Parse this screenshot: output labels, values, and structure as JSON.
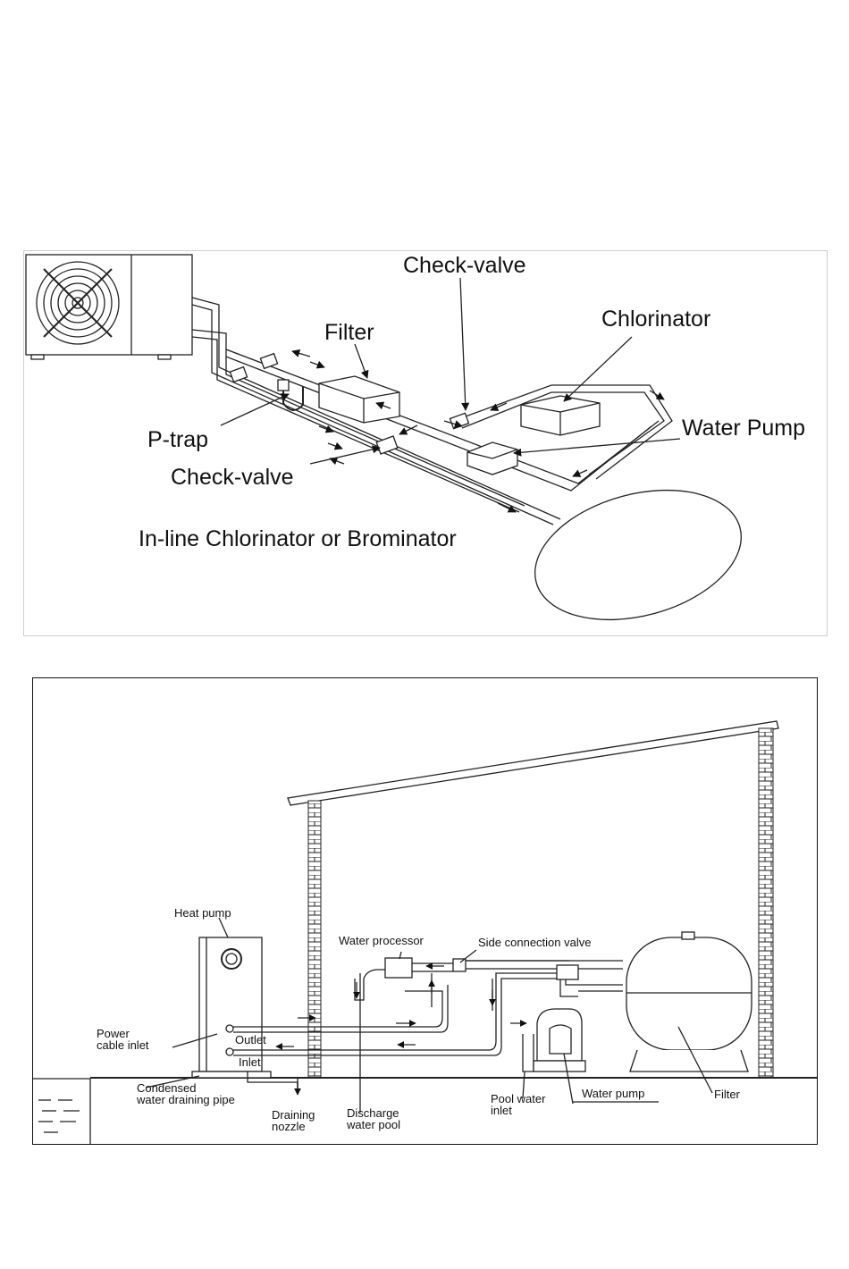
{
  "top_diagram": {
    "labels": {
      "check_valve_top": "Check-valve",
      "chlorinator": "Chlorinator",
      "filter": "Filter",
      "water_pump": "Water Pump",
      "p_trap": "P-trap",
      "check_valve_bottom": "Check-valve",
      "inline_chlorinator": "In-line Chlorinator or Brominator"
    }
  },
  "bottom_diagram": {
    "labels": {
      "heat_pump": "Heat pump",
      "power_cable_line1": "Power",
      "power_cable_line2": "cable inlet",
      "outlet": "Outlet",
      "inlet": "Inlet",
      "condensed_line1": "Condensed",
      "condensed_line2": "water draining pipe",
      "draining_line1": "Draining",
      "draining_line2": "nozzle",
      "discharge_line1": "Discharge",
      "discharge_line2": "water pool",
      "water_processor": "Water processor",
      "side_connection_valve": "Side connection valve",
      "pool_water_line1": "Pool water",
      "pool_water_line2": "inlet",
      "water_pump": "Water pump",
      "filter": "Filter"
    }
  }
}
